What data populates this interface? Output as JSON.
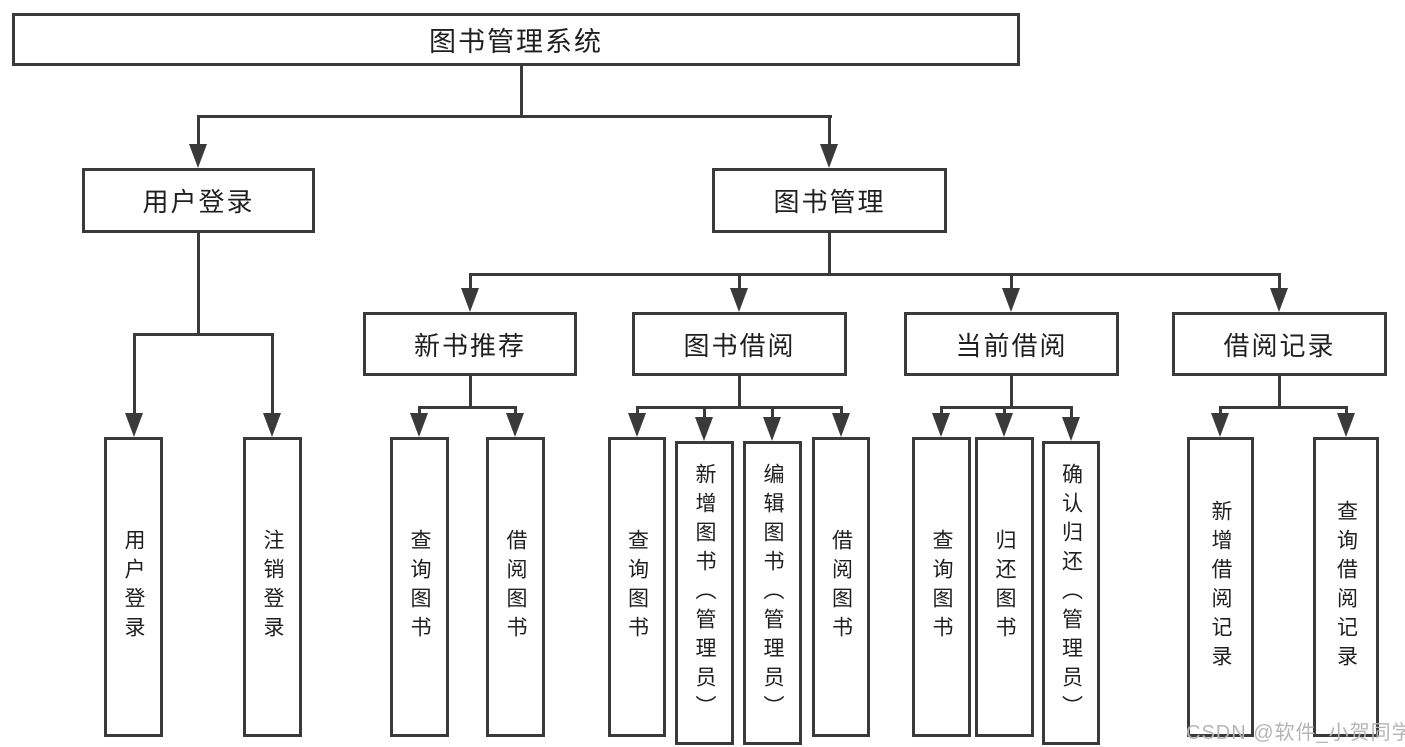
{
  "diagram_title": "图书管理系统",
  "tree": {
    "root": {
      "label": "图书管理系统",
      "children": [
        {
          "label": "用户登录",
          "children": [
            {
              "label": "用户登录"
            },
            {
              "label": "注销登录"
            }
          ]
        },
        {
          "label": "图书管理",
          "children": [
            {
              "label": "新书推荐",
              "children": [
                {
                  "label": "查询图书"
                },
                {
                  "label": "借阅图书"
                }
              ]
            },
            {
              "label": "图书借阅",
              "children": [
                {
                  "label": "查询图书"
                },
                {
                  "label": "新增图书（管理员）"
                },
                {
                  "label": "编辑图书（管理员）"
                },
                {
                  "label": "借阅图书"
                }
              ]
            },
            {
              "label": "当前借阅",
              "children": [
                {
                  "label": "查询图书"
                },
                {
                  "label": "归还图书"
                },
                {
                  "label": "确认归还（管理员）"
                }
              ]
            },
            {
              "label": "借阅记录",
              "children": [
                {
                  "label": "新增借阅记录"
                },
                {
                  "label": "查询借阅记录"
                }
              ]
            }
          ]
        }
      ]
    }
  },
  "watermark": {
    "text": "CSDN @软件_小贺同学",
    "color": "#b5b5b5"
  },
  "colors": {
    "line": "#3a3a3a",
    "box_border": "#3a3a3a",
    "box_background": "#ffffff",
    "text": "#1f1f1f",
    "page_background": "#ffffff"
  }
}
